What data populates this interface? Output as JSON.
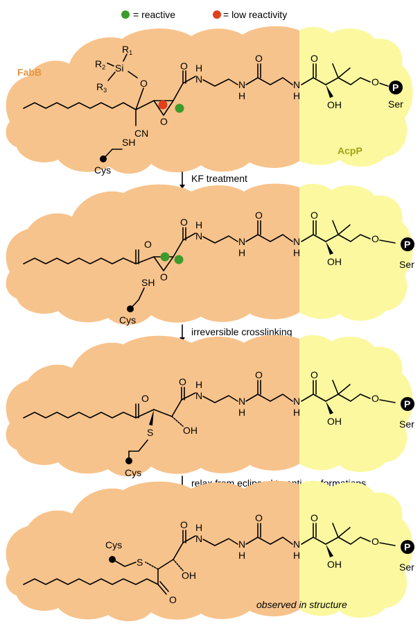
{
  "legend": {
    "reactive_color": "#3d9a2b",
    "reactive_label": "= reactive",
    "low_color": "#e0401e",
    "low_label": "= low reactivity"
  },
  "colors": {
    "fabb_blob": "#f7c38c",
    "acpp_blob": "#fbf8a0",
    "fabb_text": "#e39542",
    "acpp_text": "#a3a313"
  },
  "labels": {
    "fabb": "FabB",
    "acpp": "AcpP",
    "ser": "Ser",
    "cys": "Cys",
    "p": "P",
    "r1": "R",
    "r2": "R",
    "r3": "R",
    "sub1": "1",
    "sub2": "2",
    "sub3": "3",
    "si": "Si",
    "o": "O",
    "n": "N",
    "h": "H",
    "oh": "OH",
    "s": "S",
    "sh": "SH",
    "cn": "CN"
  },
  "steps": [
    "KF treatment",
    "irreversible crosslinking",
    "relax from eclipsed to anti-conformations"
  ],
  "caption": "observed in structure"
}
